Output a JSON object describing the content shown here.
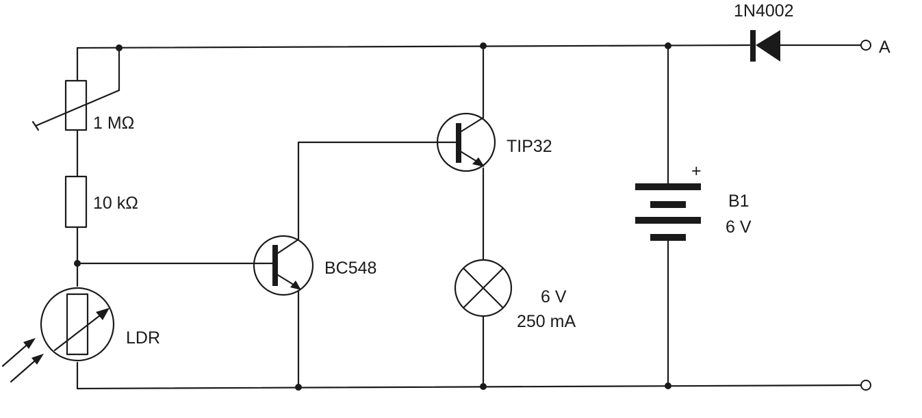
{
  "diagram": {
    "components": {
      "potentiometer": {
        "label": "1 MΩ"
      },
      "resistor": {
        "label": "10 kΩ"
      },
      "ldr": {
        "label": "LDR"
      },
      "transistor_driver": {
        "label": "BC548"
      },
      "transistor_power": {
        "label": "TIP32"
      },
      "lamp": {
        "label_line1": "6 V",
        "label_line2": "250 mA"
      },
      "battery": {
        "label_name": "B1",
        "label_voltage": "6 V",
        "polarity": "+"
      },
      "diode": {
        "label": "1N4002"
      }
    },
    "terminals": {
      "top": {
        "label": "A"
      }
    },
    "colors": {
      "ink": "#1a1a1a",
      "paper": "#ffffff"
    }
  }
}
